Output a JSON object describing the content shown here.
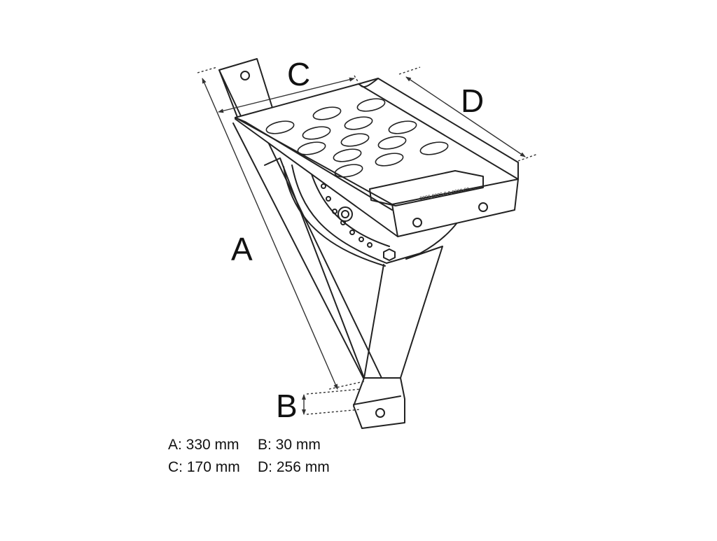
{
  "diagram": {
    "labels": {
      "a": "A",
      "b": "B",
      "c": "C",
      "d": "D"
    },
    "specs": [
      {
        "text": "A: 330 mm"
      },
      {
        "text": "B: 30 mm"
      },
      {
        "text": "C: 170 mm"
      },
      {
        "text": "D: 256 mm"
      }
    ],
    "stamp_text": "0000 0000 0 0 0000 00",
    "colors": {
      "line": "#222222",
      "dim": "#333333",
      "background": "#ffffff"
    }
  }
}
